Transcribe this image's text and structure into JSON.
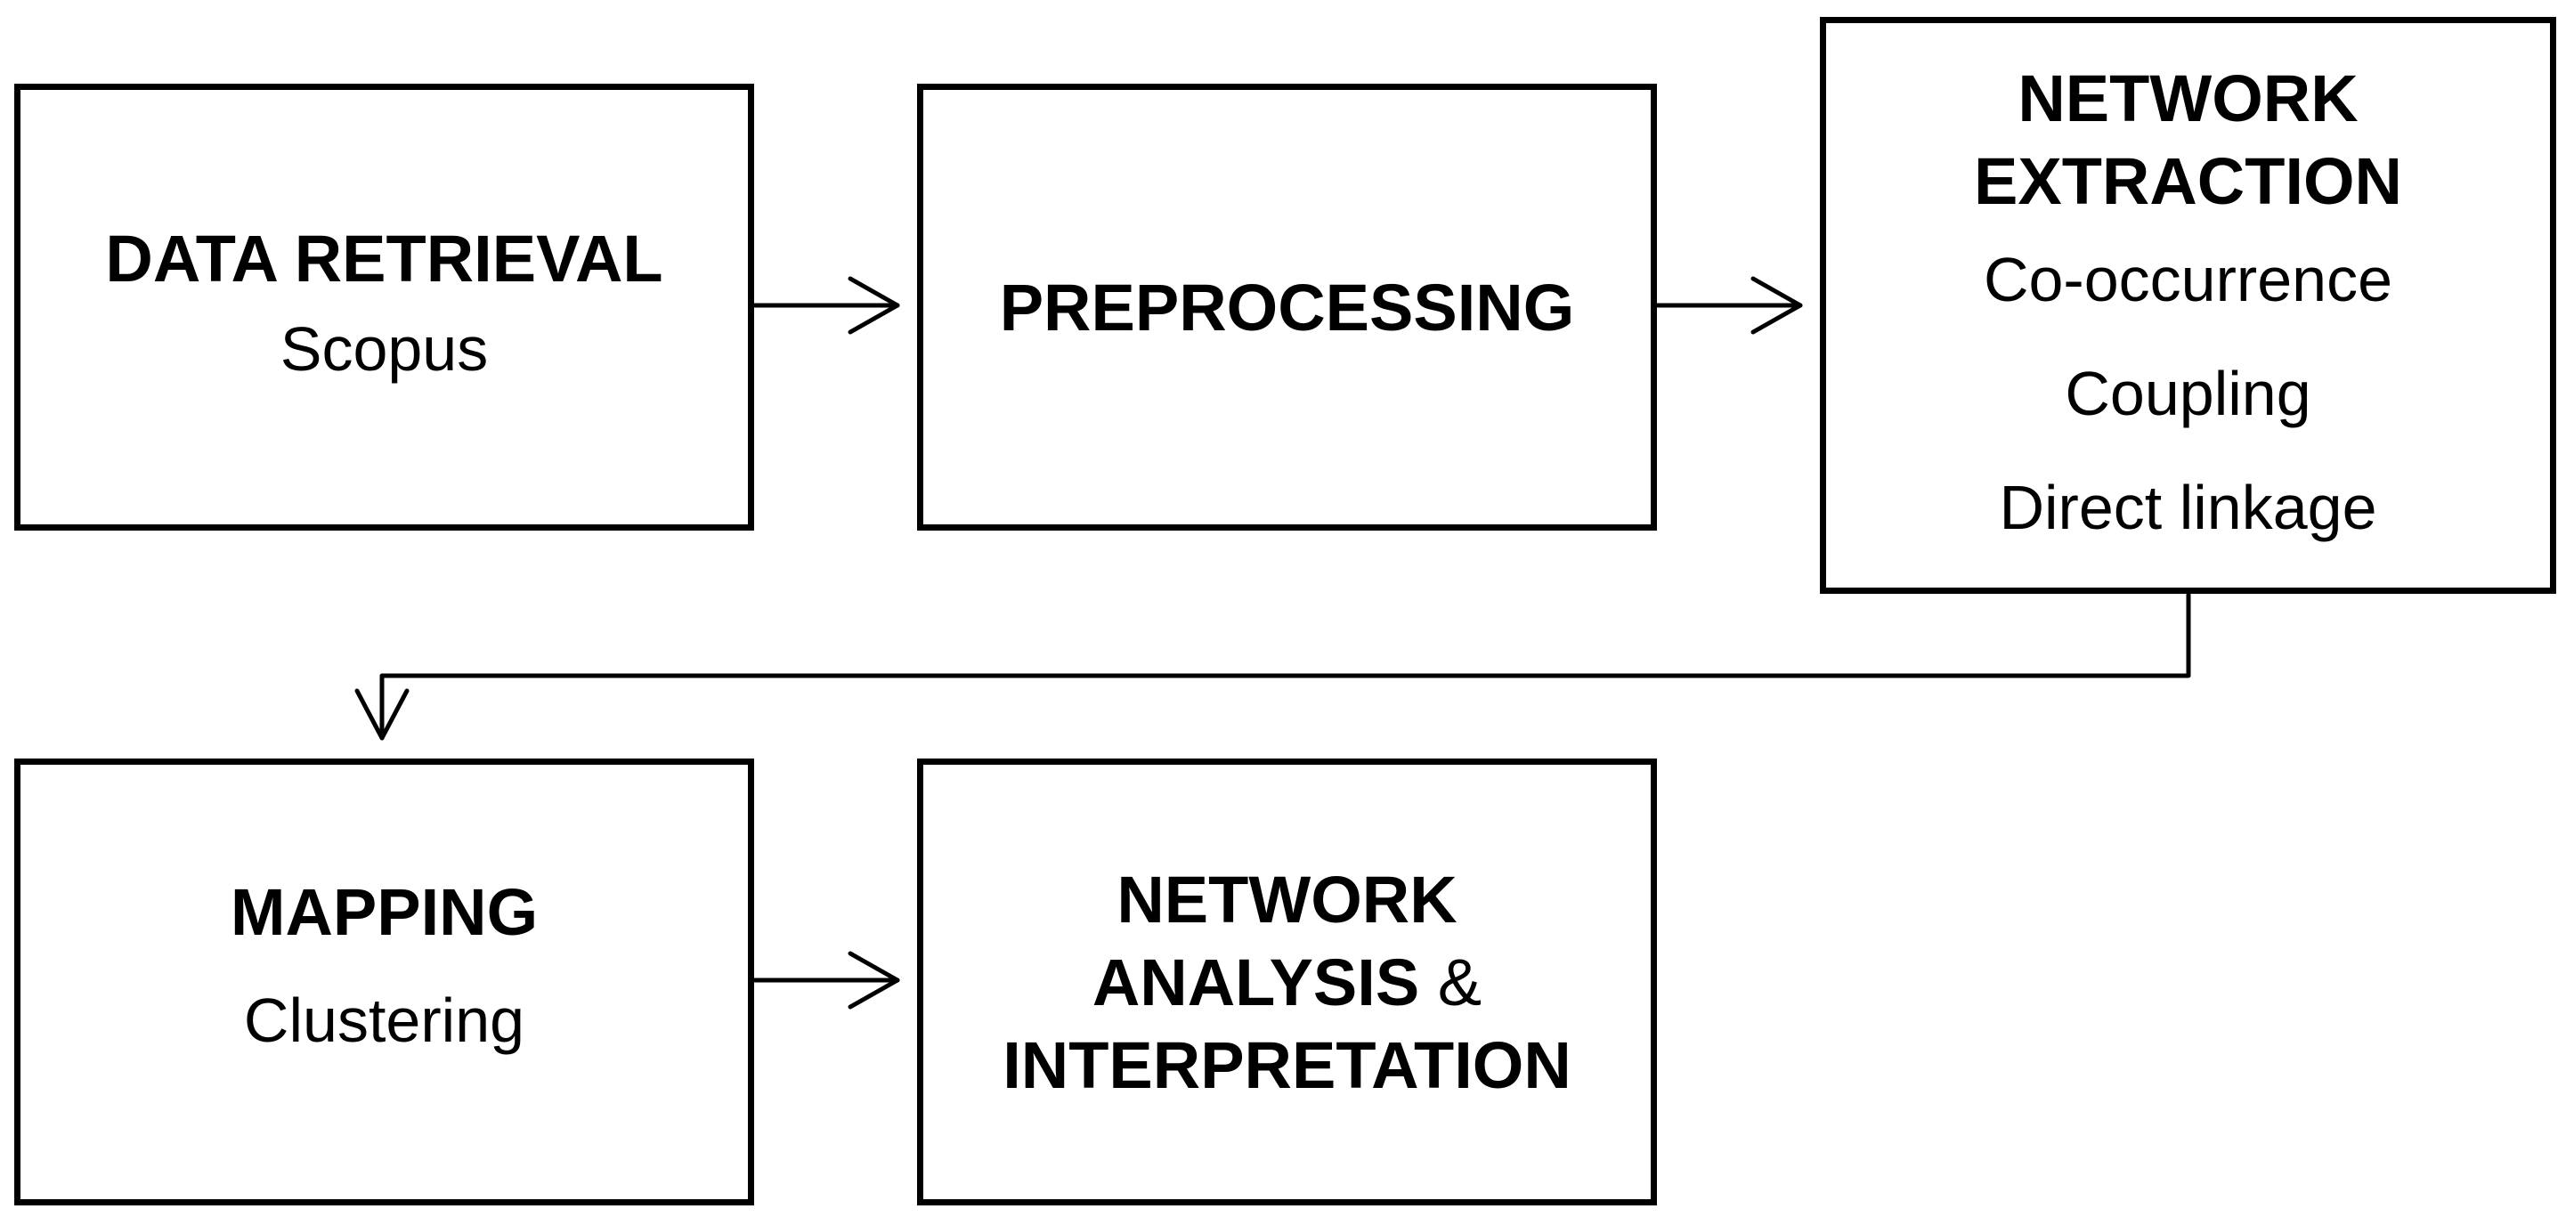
{
  "diagram": {
    "nodes": {
      "data_retrieval": {
        "title": "DATA RETRIEVAL",
        "detail": "Scopus"
      },
      "preprocessing": {
        "title": "PREPROCESSING"
      },
      "network_extraction": {
        "title_line1": "NETWORK",
        "title_line2": "EXTRACTION",
        "details": [
          "Co-occurrence",
          "Coupling",
          "Direct linkage"
        ]
      },
      "mapping": {
        "title": "MAPPING",
        "detail": "Clustering"
      },
      "network_analysis": {
        "title_line1": "NETWORK",
        "title_line2_bold": "ANALYSIS",
        "title_line2_amp": " &",
        "title_line3": "INTERPRETATION"
      }
    },
    "stroke_color": "#000000",
    "background_color": "#ffffff"
  }
}
